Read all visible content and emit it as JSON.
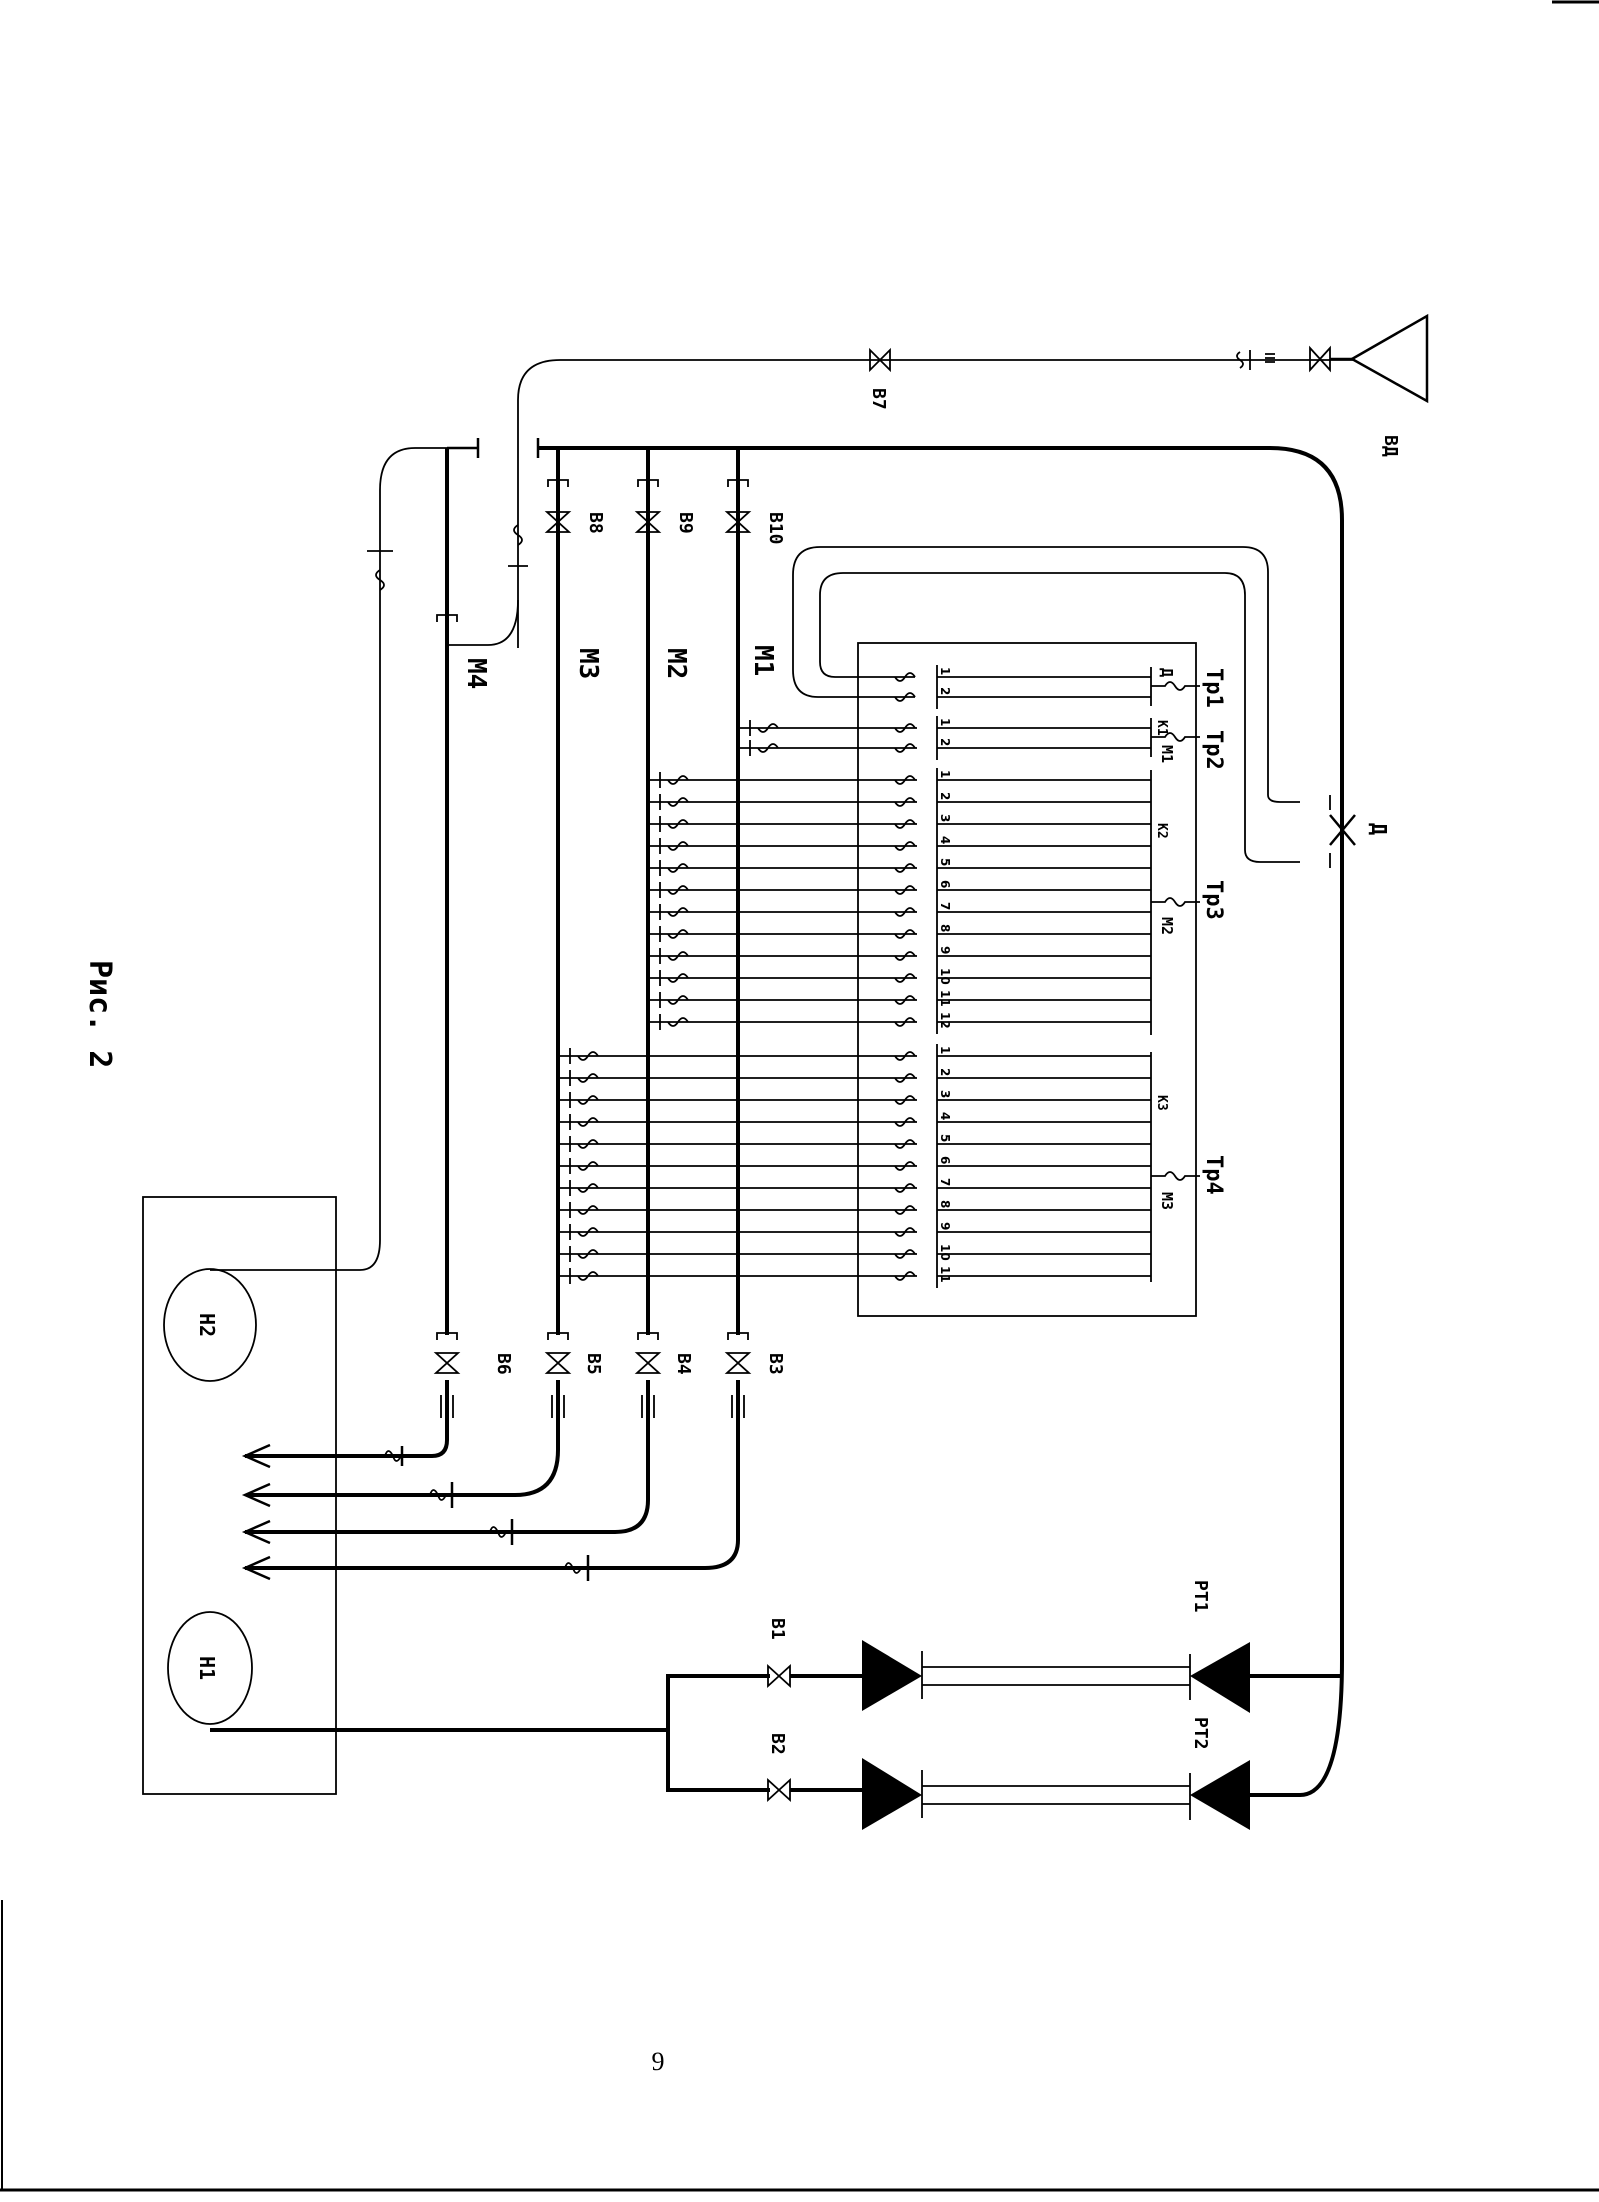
{
  "figure": {
    "caption": "Рис. 2",
    "page_number": "9"
  },
  "valves": {
    "v1": "В1",
    "v2": "В2",
    "v3": "В3",
    "v4": "В4",
    "v5": "В5",
    "v6": "В6",
    "v7": "В7",
    "v8": "В8",
    "v9": "В9",
    "v10": "В10"
  },
  "mains": {
    "m1": "М1",
    "m2": "М2",
    "m3": "М3",
    "m4": "М4"
  },
  "tanks": {
    "n1": "Н1",
    "n2": "Н2"
  },
  "regulators": {
    "rt1": "РТ1",
    "rt2": "РТ2"
  },
  "sensor": {
    "d": "Д"
  },
  "outlet": {
    "vd": "ВД"
  },
  "transformers": {
    "tr1": "Тр1",
    "tr2": "Тр2",
    "tr3": "Тр3",
    "tr4": "Тр4"
  },
  "terminal_groups": {
    "d": "Д",
    "k1": "К1",
    "m1": "М1",
    "k2": "К2",
    "m2": "М2",
    "k3": "К3",
    "m3": "М3"
  },
  "terminal_numbers": {
    "tr1": [
      "1",
      "2"
    ],
    "tr2": [
      "1",
      "2"
    ],
    "tr3": [
      "1",
      "2",
      "3",
      "4",
      "5",
      "6",
      "7",
      "8",
      "9",
      "10",
      "11",
      "12"
    ],
    "tr4": [
      "1",
      "2",
      "3",
      "4",
      "5",
      "6",
      "7",
      "8",
      "9",
      "10",
      "11"
    ]
  }
}
